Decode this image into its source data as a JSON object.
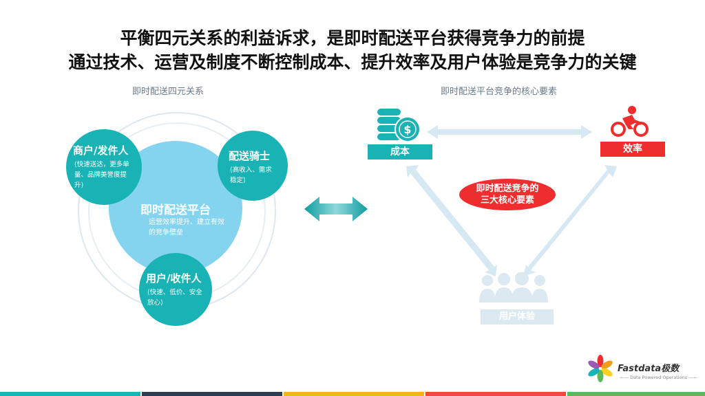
{
  "headline": {
    "line1": "平衡四元关系的利益诉求，是即时配送平台获得竞争力的前提",
    "line2": "通过技术、运营及制度不断控制成本、提升效率及用户体验是竞争力的关键"
  },
  "left_diagram": {
    "caption": "即时配送四元关系",
    "center": {
      "title": "即时配送平台",
      "desc": "运营效率提升、建立有效的竞争壁垒"
    },
    "merchant": {
      "title": "商户/发件人",
      "desc": "(快速送达，更多单量、品牌美誉度提升)"
    },
    "rider": {
      "title": "配送骑士",
      "desc": "(高收入、需求稳定)"
    },
    "user": {
      "title": "用户/收件人",
      "desc": "(快速、低价、安全放心)"
    }
  },
  "right_diagram": {
    "caption": "即时配送平台竞争的核心要素",
    "cost_label": "成本",
    "efficiency_label": "效率",
    "experience_label": "用户体验",
    "center_line1": "即时配送竞争的",
    "center_line2": "三大核心要素"
  },
  "colors": {
    "teal": "#1ab3b5",
    "core_blue": "#84d4f0",
    "red": "#ee2e2e",
    "arrow_light": "#d6e8f2"
  },
  "logo": {
    "brand": "Fastdata极数",
    "tagline": "—— Data Powered Operations ——"
  },
  "icons": [
    "coin-stack-icon",
    "cyclist-icon",
    "user-group-icon",
    "double-arrow-icon"
  ]
}
